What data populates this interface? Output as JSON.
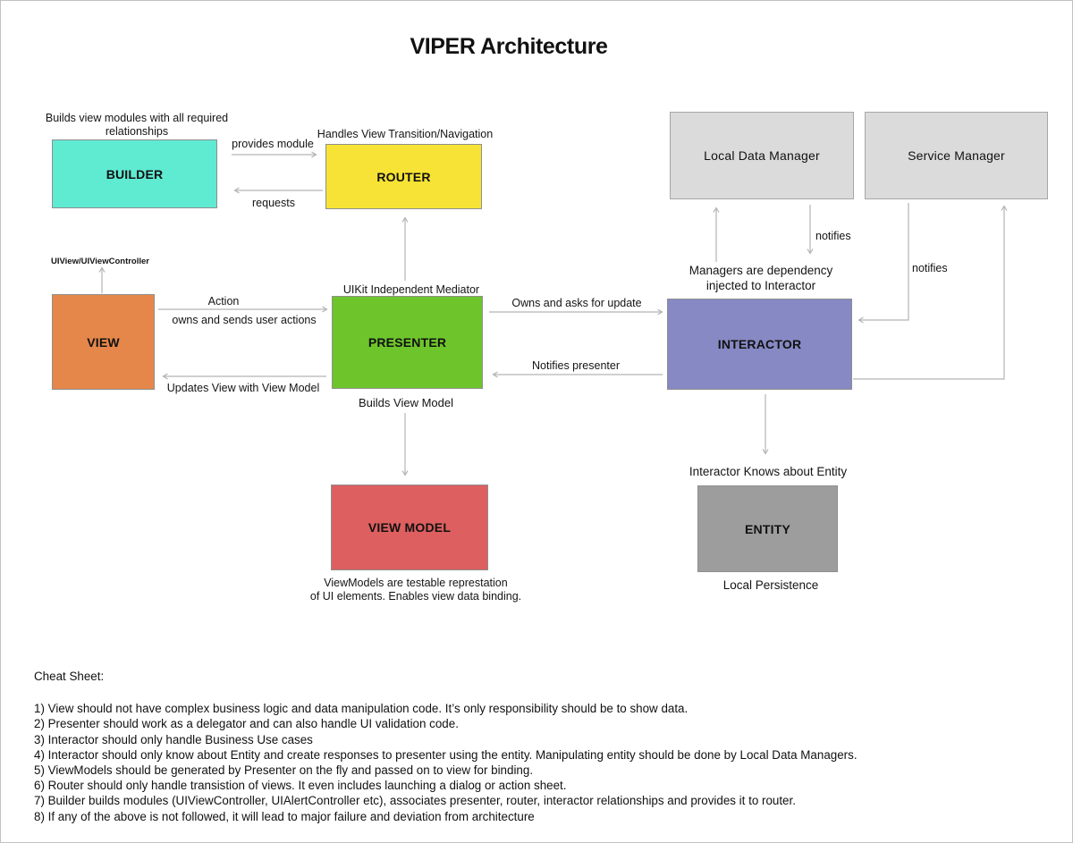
{
  "title": "VIPER Architecture",
  "colors": {
    "builder": "#5FEAD2",
    "router": "#F6E335",
    "view": "#E5874A",
    "presenter": "#6EC52B",
    "interactor": "#8689C3",
    "view-model": "#DD5F5F",
    "entity": "#9D9D9D",
    "manager": "#DBDBDB",
    "manager-border": "#A6A6A6",
    "border": "#8F8F8F",
    "arrow": "#B4B4B4"
  },
  "boxes": {
    "builder": {
      "label": "BUILDER"
    },
    "router": {
      "label": "ROUTER"
    },
    "local_data_manager": {
      "label": "Local Data Manager"
    },
    "service_manager": {
      "label": "Service Manager"
    },
    "view": {
      "label": "VIEW"
    },
    "presenter": {
      "label": "PRESENTER"
    },
    "interactor": {
      "label": "INTERACTOR"
    },
    "view_model": {
      "label": "VIEW MODEL"
    },
    "entity": {
      "label": "ENTITY"
    }
  },
  "annotations": {
    "builder_note": "Builds view modules with all required\nrelationships",
    "provides_module": "provides module",
    "requests": "requests",
    "router_note": "Handles View Transition/Navigation",
    "uiview_note": "UIView/UIViewController",
    "action": "Action",
    "owns_and_sends": "owns and sends user actions",
    "updates_view": "Updates View with View Model",
    "presenter_note": "UIKit Independent Mediator",
    "builds_view_model": "Builds View Model",
    "owns_and_asks": "Owns and asks for update",
    "notifies_presenter": "Notifies presenter",
    "managers_note": "Managers are dependency\ninjected to Interactor",
    "notifies_local": "notifies",
    "notifies_service": "notifies",
    "view_model_note": "ViewModels are testable represtation\nof UI elements. Enables view data binding.",
    "entity_note": "Interactor Knows about Entity",
    "local_persistence": "Local Persistence"
  },
  "cheat_sheet": {
    "heading": "Cheat Sheet:",
    "items": [
      "1) View should not have complex business logic and data manipulation code. It’s only responsibility should be to show data.",
      "2) Presenter should work as a delegator and can also handle UI validation code.",
      "3) Interactor should only handle Business Use cases",
      "4) Interactor should only know about Entity and create responses to presenter using the entity. Manipulating entity should be done by Local Data Managers.",
      "5) ViewModels should be generated by Presenter on the fly and passed on to view for binding.",
      "6) Router should only handle transistion of views. It even includes launching a dialog or action sheet.",
      "7) Builder builds modules (UIViewController, UIAlertController etc), associates presenter, router, interactor relationships and provides it to router.",
      "8) If any of the above is not followed, it will lead to major failure and deviation from architecture"
    ]
  }
}
